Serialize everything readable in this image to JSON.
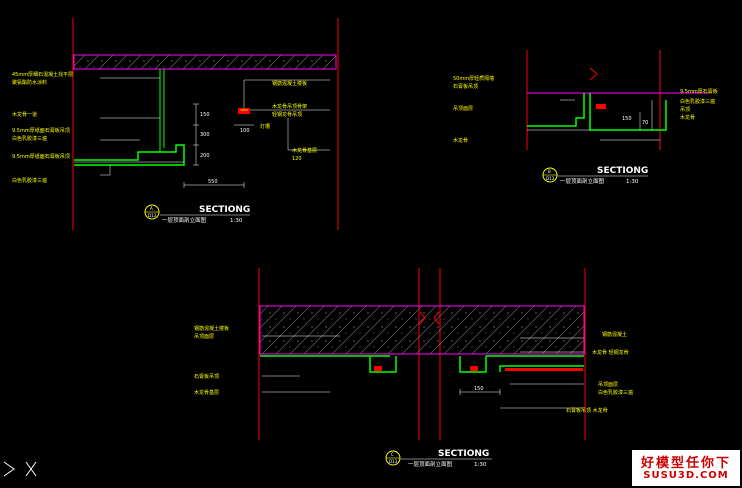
{
  "drawing": {
    "sheet_1": {
      "title": "SECTIONG",
      "bubble_top": "A",
      "bubble_bottom": "D13",
      "subtitle": "一层顶面剖立面图",
      "scale": "1:30",
      "labels_left": [
        "45mm厚细石混凝土找平层",
        "聚氨酯防水涂料",
        "木龙骨一道",
        "9.5mm厚纸面石膏板吊顶",
        "白色乳胶漆三遍",
        "9.5mm厚纸面石膏板吊顶",
        "白色乳胶漆三遍"
      ],
      "labels_right": [
        "钢筋混凝土楼板",
        "木龙骨吊顶骨架",
        "轻钢龙骨吊顶",
        "灯槽",
        "木龙骨基层",
        "120"
      ],
      "dims": [
        "150",
        "300",
        "200",
        "550",
        "100"
      ]
    },
    "sheet_2": {
      "title": "SECTIONG",
      "bubble_top": "B",
      "bubble_bottom": "D13",
      "subtitle": "一层顶面剖立面图",
      "scale": "1:30",
      "labels_left": [
        "50mm厚轻质隔墙",
        "石膏板吊顶",
        "吊顶面层",
        "木龙骨"
      ],
      "labels_right": [
        "9.5mm厚石膏板",
        "白色乳胶漆三遍",
        "吊顶",
        "木龙骨"
      ],
      "dims": [
        "150",
        "70"
      ]
    },
    "sheet_3": {
      "title": "SECTIONG",
      "bubble_top": "C",
      "bubble_bottom": "D13",
      "subtitle": "一层顶面剖立面图",
      "scale": "1:30",
      "labels_left": [
        "钢筋混凝土楼板",
        "吊顶面层",
        "石膏板吊顶",
        "木龙骨基层"
      ],
      "labels_right": [
        "钢筋混凝土",
        "木龙骨 轻钢龙骨",
        "吊顶面层",
        "白色乳胶漆三遍",
        "石膏板吊顶 木龙骨"
      ],
      "dims": [
        "150"
      ]
    }
  },
  "watermark": {
    "line1": "好模型任你下",
    "line2": "SUSU3D.COM"
  },
  "colors": {
    "background": "#000000",
    "wall_line": "#ff0000",
    "slab": "#ff00ff",
    "ceiling": "#00ff00",
    "text": "#ffff00",
    "dimension": "#ffffff"
  }
}
